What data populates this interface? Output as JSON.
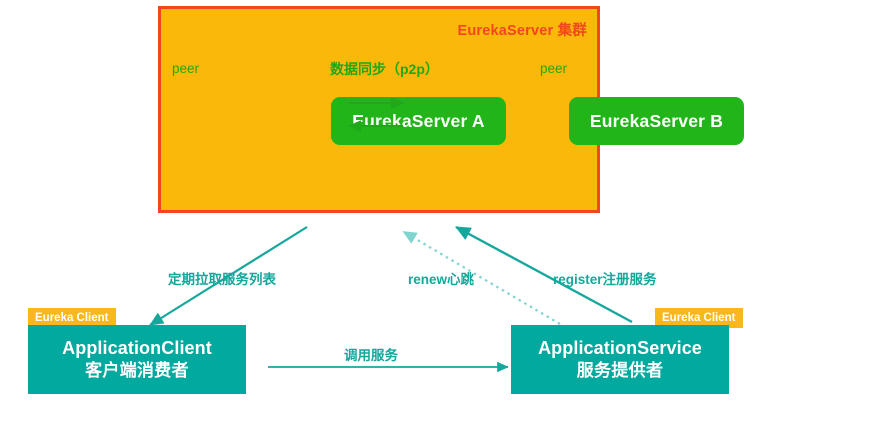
{
  "diagram": {
    "title": "Eureka service registry architecture diagram",
    "cluster": {
      "title": "EurekaServer 集群",
      "border_color": "#F4461E",
      "background_color": "#FAB90A",
      "peer_left_label": "peer",
      "peer_right_label": "peer",
      "sync_label": "数据同步（p2p）",
      "servers": [
        {
          "label": "EurekaServer A",
          "color": "#21B51A"
        },
        {
          "label": "EurekaServer B",
          "color": "#21B51A"
        }
      ]
    },
    "apps": [
      {
        "badge": "Eureka Client",
        "name_en": "ApplicationClient",
        "name_zh": "客户端消费者",
        "color": "#01A99E",
        "badge_color": "#F9B819"
      },
      {
        "badge": "Eureka Client",
        "name_en": "ApplicationService",
        "name_zh": "服务提供者",
        "color": "#01A99E",
        "badge_color": "#F9B819"
      }
    ],
    "edges": [
      {
        "label": "定期拉取服务列表",
        "style": "solid",
        "color": "#14A79C"
      },
      {
        "label": "renew心跳",
        "style": "dotted",
        "color": "#7FD4CE"
      },
      {
        "label": "register注册服务",
        "style": "solid",
        "color": "#14A79C"
      },
      {
        "label": "调用服务",
        "style": "solid",
        "color": "#14A79C"
      }
    ]
  }
}
